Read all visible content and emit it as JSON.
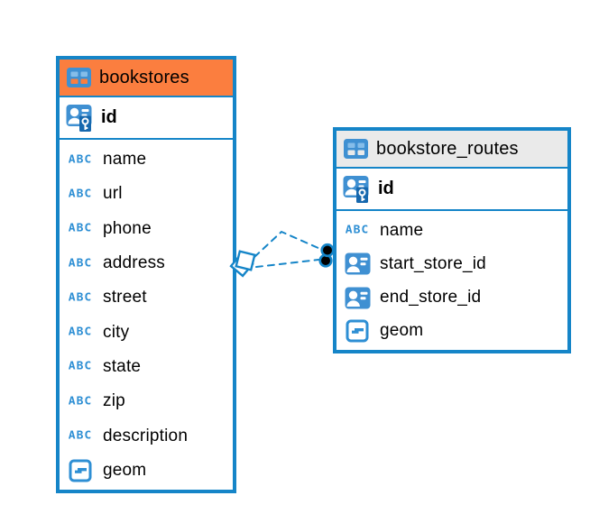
{
  "app": {
    "view": "entity-relationship-diagram"
  },
  "colors": {
    "accent_blue": "#1585C8",
    "icon_blue": "#3F90D2",
    "icon_cell_light_blue": "#85BDE9",
    "key_badge_blue": "#1668AE",
    "bookstores_header_orange": "#FB7E3F",
    "routes_header_gray": "#EAEAEA",
    "endpoint_dot_black": "#000000",
    "text_black": "#000000"
  },
  "icons": {
    "table": "table-grid-icon",
    "primary_key": "person-key-icon",
    "foreign_key": "person-card-icon",
    "geometry": "square-dash-icon",
    "text_type_glyph": "ABC"
  },
  "tables": [
    {
      "name": "bookstores",
      "header_color": "#FB7E3F",
      "columns": [
        {
          "name": "id",
          "type": "primary-key"
        },
        {
          "name": "name",
          "type": "text"
        },
        {
          "name": "url",
          "type": "text"
        },
        {
          "name": "phone",
          "type": "text"
        },
        {
          "name": "address",
          "type": "text"
        },
        {
          "name": "street",
          "type": "text"
        },
        {
          "name": "city",
          "type": "text"
        },
        {
          "name": "state",
          "type": "text"
        },
        {
          "name": "zip",
          "type": "text"
        },
        {
          "name": "description",
          "type": "text"
        },
        {
          "name": "geom",
          "type": "geometry"
        }
      ]
    },
    {
      "name": "bookstore_routes",
      "header_color": "#EAEAEA",
      "columns": [
        {
          "name": "id",
          "type": "primary-key"
        },
        {
          "name": "name",
          "type": "text"
        },
        {
          "name": "start_store_id",
          "type": "foreign-key"
        },
        {
          "name": "end_store_id",
          "type": "foreign-key"
        },
        {
          "name": "geom",
          "type": "geometry"
        }
      ]
    }
  ],
  "relationships": [
    {
      "from": "bookstore_routes",
      "to": "bookstores",
      "style": "dashed"
    },
    {
      "from": "bookstore_routes",
      "to": "bookstores",
      "style": "dashed"
    }
  ]
}
